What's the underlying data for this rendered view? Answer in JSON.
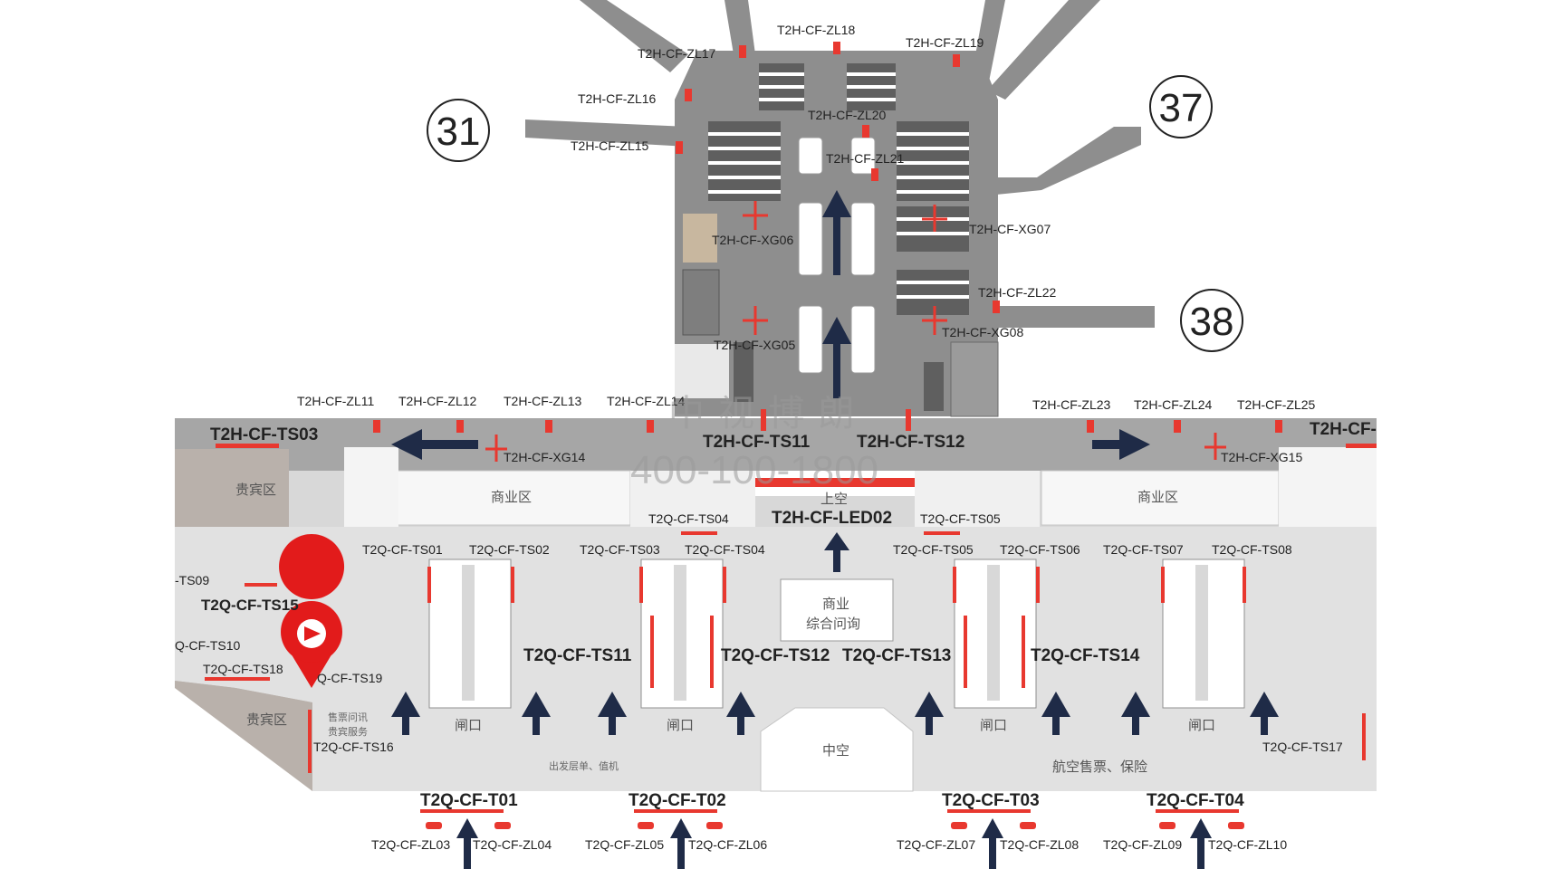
{
  "watermark": {
    "company": "中 视 博 朗",
    "phone": "400-100-1800"
  },
  "gates": [
    {
      "id": "gate-31",
      "number": "31"
    },
    {
      "id": "gate-37",
      "number": "37"
    },
    {
      "id": "gate-38",
      "number": "38"
    }
  ],
  "zones": {
    "vip_left_top": "贵宾区",
    "vip_left_bottom": "贵宾区",
    "commercial_left": "商业区",
    "commercial_right": "商业区",
    "void_top": "上空",
    "void_center": "中空",
    "commercial_center_1": "商业",
    "commercial_center_2": "综合问询",
    "gate_area_1": "闸口",
    "gate_area_2": "闸口",
    "gate_area_3": "闸口",
    "gate_area_4": "闸口",
    "airline_service": "航空售票、保险",
    "vip_small": "售票问讯",
    "vip_small2": "贵宾服务",
    "bottom_small": "出发层单、值机"
  },
  "upper_labels": {
    "zl17": "T2H-CF-ZL17",
    "zl18": "T2H-CF-ZL18",
    "zl19": "T2H-CF-ZL19",
    "zl16": "T2H-CF-ZL16",
    "zl15": "T2H-CF-ZL15",
    "zl20": "T2H-CF-ZL20",
    "zl21": "T2H-CF-ZL21",
    "xg06": "T2H-CF-XG06",
    "xg07": "T2H-CF-XG07",
    "zl22": "T2H-CF-ZL22",
    "xg05": "T2H-CF-XG05",
    "xg08": "T2H-CF-XG08",
    "zl11": "T2H-CF-ZL11",
    "zl12": "T2H-CF-ZL12",
    "zl13": "T2H-CF-ZL13",
    "zl14": "T2H-CF-ZL14",
    "zl23": "T2H-CF-ZL23",
    "zl24": "T2H-CF-ZL24",
    "zl25": "T2H-CF-ZL25",
    "ts03": "T2H-CF-TS03",
    "ts_right_cut": "T2H-CF-",
    "xg14": "T2H-CF-XG14",
    "xg15": "T2H-CF-XG15",
    "ts11": "T2H-CF-TS11",
    "ts12": "T2H-CF-TS12",
    "led02": "T2H-CF-LED02",
    "h_ts04": "T2Q-CF-TS04",
    "h_ts05": "T2Q-CF-TS05"
  },
  "lower_labels": {
    "ts01": "T2Q-CF-TS01",
    "ts02": "T2Q-CF-TS02",
    "ts03": "T2Q-CF-TS03",
    "ts04": "T2Q-CF-TS04",
    "ts05": "T2Q-CF-TS05",
    "ts06": "T2Q-CF-TS06",
    "ts07": "T2Q-CF-TS07",
    "ts08": "T2Q-CF-TS08",
    "ts09": "-TS09",
    "ts15": "T2Q-CF-TS15",
    "ts10": "Q-CF-TS10",
    "ts18": "T2Q-CF-TS18",
    "ts19": "Q-CF-TS19",
    "ts16": "T2Q-CF-TS16",
    "ts11": "T2Q-CF-TS11",
    "ts12": "T2Q-CF-TS12",
    "ts13": "T2Q-CF-TS13",
    "ts14": "T2Q-CF-TS14",
    "ts17": "T2Q-CF-TS17",
    "t01": "T2Q-CF-T01",
    "t02": "T2Q-CF-T02",
    "t03": "T2Q-CF-T03",
    "t04": "T2Q-CF-T04",
    "zl03": "T2Q-CF-ZL03",
    "zl04": "T2Q-CF-ZL04",
    "zl05": "T2Q-CF-ZL05",
    "zl06": "T2Q-CF-ZL06",
    "zl07": "T2Q-CF-ZL07",
    "zl08": "T2Q-CF-ZL08",
    "zl09": "T2Q-CF-ZL09",
    "zl10": "T2Q-CF-ZL10"
  },
  "colors": {
    "pier_gray": "#8e8e8e",
    "floor_light": "#e1e1e1",
    "corridor": "#a6a6a6",
    "white_block": "#f7f7f7",
    "vip": "#b9b1ab",
    "arrow": "#1f2b47",
    "ad_red": "#e8382f",
    "pin_red": "#e21b1b"
  },
  "pin": {
    "label": "location-pin"
  }
}
